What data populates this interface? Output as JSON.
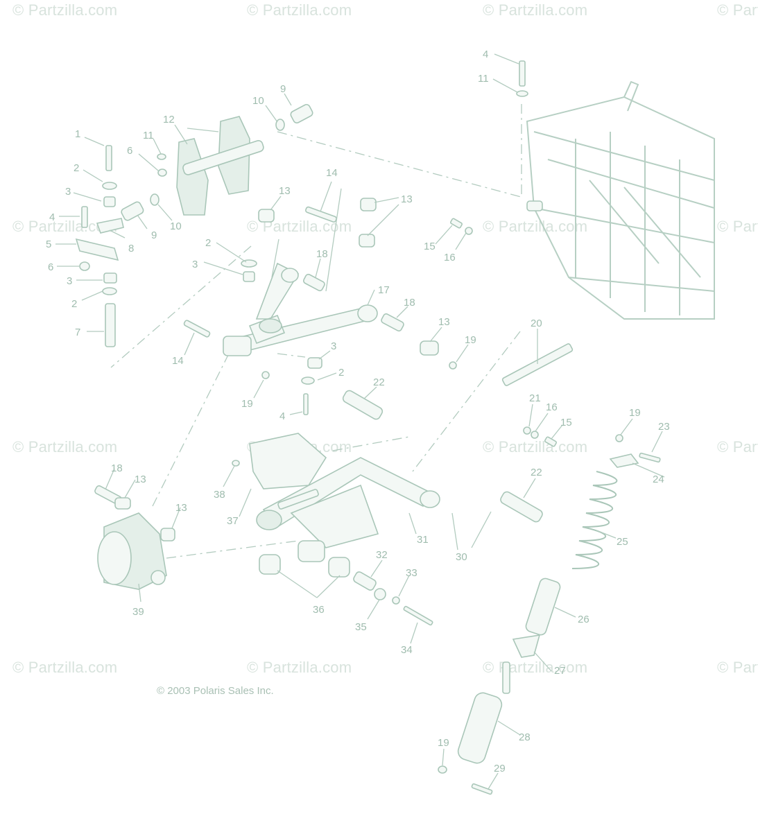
{
  "watermark_text": "© Partzilla.com",
  "copyright": "© 2003 Polaris Sales Inc.",
  "callouts": [
    {
      "id": "c1",
      "label": "1"
    },
    {
      "id": "c2a",
      "label": "2"
    },
    {
      "id": "c3a",
      "label": "3"
    },
    {
      "id": "c4a",
      "label": "4"
    },
    {
      "id": "c5",
      "label": "5"
    },
    {
      "id": "c6a",
      "label": "6"
    },
    {
      "id": "c3b",
      "label": "3"
    },
    {
      "id": "c2b",
      "label": "2"
    },
    {
      "id": "c7",
      "label": "7"
    },
    {
      "id": "c6b",
      "label": "6"
    },
    {
      "id": "c11a",
      "label": "11"
    },
    {
      "id": "c12",
      "label": "12"
    },
    {
      "id": "c10a",
      "label": "10"
    },
    {
      "id": "c9a",
      "label": "9"
    },
    {
      "id": "c9b",
      "label": "9"
    },
    {
      "id": "c10b",
      "label": "10"
    },
    {
      "id": "c8",
      "label": "8"
    },
    {
      "id": "c4b",
      "label": "4"
    },
    {
      "id": "c11b",
      "label": "11"
    },
    {
      "id": "c13a",
      "label": "13"
    },
    {
      "id": "c14a",
      "label": "14"
    },
    {
      "id": "c13b",
      "label": "13"
    },
    {
      "id": "c15a",
      "label": "15"
    },
    {
      "id": "c16a",
      "label": "16"
    },
    {
      "id": "c2c",
      "label": "2"
    },
    {
      "id": "c3c",
      "label": "3"
    },
    {
      "id": "c18a",
      "label": "18"
    },
    {
      "id": "c17",
      "label": "17"
    },
    {
      "id": "c18b",
      "label": "18"
    },
    {
      "id": "c13c",
      "label": "13"
    },
    {
      "id": "c19a",
      "label": "19"
    },
    {
      "id": "c14b",
      "label": "14"
    },
    {
      "id": "c3d",
      "label": "3"
    },
    {
      "id": "c2d",
      "label": "2"
    },
    {
      "id": "c19b",
      "label": "19"
    },
    {
      "id": "c4c",
      "label": "4"
    },
    {
      "id": "c22a",
      "label": "22"
    },
    {
      "id": "c20",
      "label": "20"
    },
    {
      "id": "c21",
      "label": "21"
    },
    {
      "id": "c16b",
      "label": "16"
    },
    {
      "id": "c15b",
      "label": "15"
    },
    {
      "id": "c19c",
      "label": "19"
    },
    {
      "id": "c23",
      "label": "23"
    },
    {
      "id": "c24",
      "label": "24"
    },
    {
      "id": "c18c",
      "label": "18"
    },
    {
      "id": "c13d",
      "label": "13"
    },
    {
      "id": "c38",
      "label": "38"
    },
    {
      "id": "c37",
      "label": "37"
    },
    {
      "id": "c13e",
      "label": "13"
    },
    {
      "id": "c22b",
      "label": "22"
    },
    {
      "id": "c31",
      "label": "31"
    },
    {
      "id": "c30",
      "label": "30"
    },
    {
      "id": "c25",
      "label": "25"
    },
    {
      "id": "c32",
      "label": "32"
    },
    {
      "id": "c33",
      "label": "33"
    },
    {
      "id": "c39",
      "label": "39"
    },
    {
      "id": "c36",
      "label": "36"
    },
    {
      "id": "c35",
      "label": "35"
    },
    {
      "id": "c34",
      "label": "34"
    },
    {
      "id": "c26",
      "label": "26"
    },
    {
      "id": "c27",
      "label": "27"
    },
    {
      "id": "c28",
      "label": "28"
    },
    {
      "id": "c19d",
      "label": "19"
    },
    {
      "id": "c29",
      "label": "29"
    }
  ]
}
